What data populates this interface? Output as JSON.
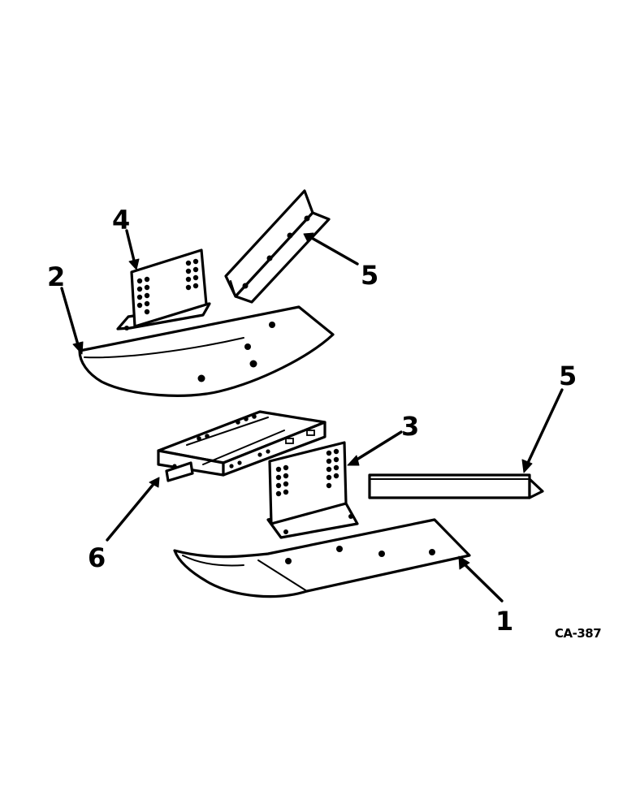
{
  "callouts": {
    "c1": "1",
    "c2": "2",
    "c3": "3",
    "c4": "4",
    "c5a": "5",
    "c5b": "5",
    "c6": "6"
  },
  "figure_code": "CA-387",
  "colors": {
    "ink": "#000000",
    "paper": "#ffffff"
  }
}
